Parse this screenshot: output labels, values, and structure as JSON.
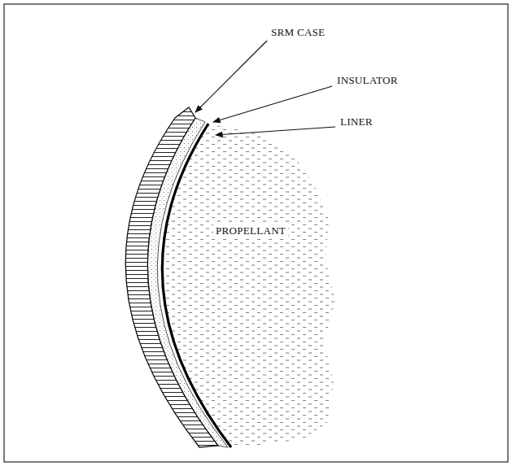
{
  "diagram": {
    "labels": [
      "SRM CASE",
      "INSULATOR",
      "LINER",
      "PROPELLANT"
    ]
  }
}
